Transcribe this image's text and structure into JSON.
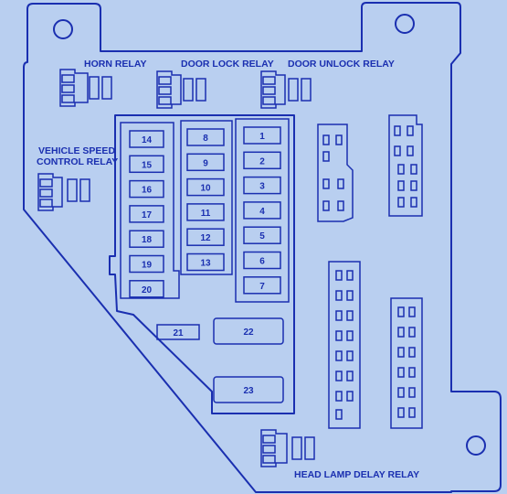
{
  "labels": {
    "horn_relay": "HORN RELAY",
    "door_lock_relay": "DOOR LOCK RELAY",
    "door_unlock_relay": "DOOR UNLOCK RELAY",
    "vehicle_speed_line1": "VEHICLE SPEED",
    "vehicle_speed_line2": "CONTROL RELAY",
    "head_lamp_delay_relay": "HEAD LAMP DELAY RELAY"
  },
  "fuses": {
    "col_left": [
      "14",
      "15",
      "16",
      "17",
      "18",
      "19",
      "20"
    ],
    "col_mid": [
      "8",
      "9",
      "10",
      "11",
      "12",
      "13"
    ],
    "col_right": [
      "1",
      "2",
      "3",
      "4",
      "5",
      "6",
      "7"
    ],
    "small": "21",
    "large": [
      "22",
      "23"
    ]
  },
  "colors": {
    "background": "#b9cff0",
    "line": "#1a2fb0"
  }
}
